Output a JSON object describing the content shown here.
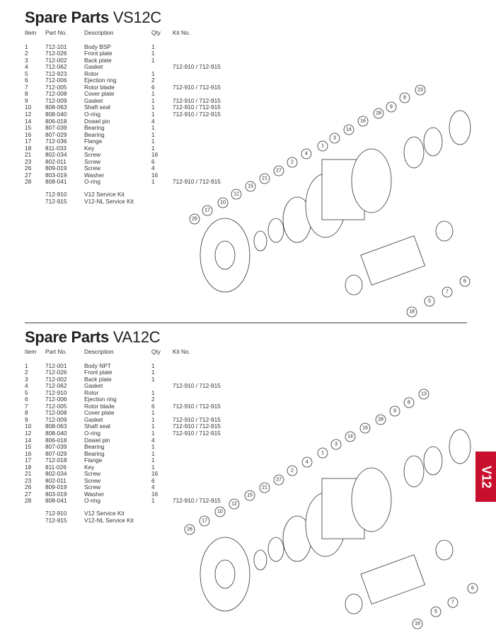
{
  "sections": [
    {
      "title_bold": "Spare Parts",
      "title_model": "VS12C",
      "headers": {
        "item": "Item",
        "part": "Part No.",
        "desc": "Description",
        "qty": "Qty",
        "kit": "Kit No."
      },
      "rows": [
        [
          "1",
          "712-101",
          "Body BSP",
          "1",
          ""
        ],
        [
          "2",
          "712-026",
          "Front plate",
          "1",
          ""
        ],
        [
          "3",
          "712-002",
          "Back plate",
          "1",
          ""
        ],
        [
          "4",
          "712-062",
          "Gasket",
          "",
          "712-910 / 712-915"
        ],
        [
          "5",
          "712-923",
          "Rotor",
          "1",
          ""
        ],
        [
          "6",
          "712-006",
          "Ejection ring",
          "2",
          ""
        ],
        [
          "7",
          "712-005",
          "Rotor blade",
          "6",
          "712-910 / 712-915"
        ],
        [
          "8",
          "712-008",
          "Cover plate",
          "1",
          ""
        ],
        [
          "9",
          "712-009",
          "Gasket",
          "1",
          "712-910 / 712-915"
        ],
        [
          "10",
          "808-063",
          "Shaft seal",
          "1",
          "712-910 / 712-915"
        ],
        [
          "12",
          "808-040",
          "O-ring",
          "1",
          "712-910 / 712-915"
        ],
        [
          "14",
          "806-018",
          "Dowel pin",
          "4",
          ""
        ],
        [
          "15",
          "807-039",
          "Bearing",
          "1",
          ""
        ],
        [
          "16",
          "807-029",
          "Bearing",
          "1",
          ""
        ],
        [
          "17",
          "712-036",
          "Flange",
          "1",
          ""
        ],
        [
          "18",
          "811-033",
          "Key",
          "1",
          ""
        ],
        [
          "21",
          "802-034",
          "Screw",
          "16",
          ""
        ],
        [
          "23",
          "802-011",
          "Screw",
          "6",
          ""
        ],
        [
          "26",
          "809-019",
          "Screw",
          "4",
          ""
        ],
        [
          "27",
          "803-019",
          "Washer",
          "16",
          ""
        ],
        [
          "28",
          "808-041",
          "O-ring",
          "1",
          "712-910 / 712-915"
        ]
      ],
      "kits": [
        [
          "712-910",
          "V12 Service Kit"
        ],
        [
          "712-915",
          "V12-NL Service Kit"
        ]
      ],
      "callouts": [
        "23",
        "8",
        "9",
        "28",
        "16",
        "14",
        "3",
        "1",
        "4",
        "2",
        "27",
        "21",
        "15",
        "12",
        "10",
        "17",
        "26",
        "6",
        "7",
        "5",
        "18"
      ]
    },
    {
      "title_bold": "Spare Parts",
      "title_model": "VA12C",
      "headers": {
        "item": "Item",
        "part": "Part No.",
        "desc": "Description",
        "qty": "Qty",
        "kit": "Kit No."
      },
      "rows": [
        [
          "1",
          "712-001",
          "Body NPT",
          "1",
          ""
        ],
        [
          "2",
          "712-026",
          "Front plate",
          "1",
          ""
        ],
        [
          "3",
          "712-002",
          "Back plate",
          "1",
          ""
        ],
        [
          "4",
          "712-062",
          "Gasket",
          "",
          "712-910 / 712-915"
        ],
        [
          "5",
          "712-910",
          "Rotor",
          "1",
          ""
        ],
        [
          "6",
          "712-006",
          "Ejection ring",
          "2",
          ""
        ],
        [
          "7",
          "712-005",
          "Rotor blade",
          "6",
          "712-910 / 712-915"
        ],
        [
          "8",
          "712-008",
          "Cover plate",
          "1",
          ""
        ],
        [
          "9",
          "712-009",
          "Gasket",
          "1",
          "712-910 / 712-915"
        ],
        [
          "10",
          "808-063",
          "Shaft seal",
          "1",
          "712-910 / 712-915"
        ],
        [
          "12",
          "808-040",
          "O-ring",
          "1",
          "712-910 / 712-915"
        ],
        [
          "14",
          "806-018",
          "Dowel pin",
          "4",
          ""
        ],
        [
          "15",
          "807-039",
          "Bearing",
          "1",
          ""
        ],
        [
          "16",
          "807-029",
          "Bearing",
          "1",
          ""
        ],
        [
          "17",
          "712-018",
          "Flange",
          "1",
          ""
        ],
        [
          "18",
          "811-026",
          "Key",
          "1",
          ""
        ],
        [
          "21",
          "802-034",
          "Screw",
          "16",
          ""
        ],
        [
          "23",
          "802-011",
          "Screw",
          "6",
          ""
        ],
        [
          "26",
          "809-019",
          "Screw",
          "4",
          ""
        ],
        [
          "27",
          "803-019",
          "Washer",
          "16",
          ""
        ],
        [
          "28",
          "808-041",
          "O-ring",
          "1",
          "712-910 / 712-915"
        ]
      ],
      "kits": [
        [
          "712-910",
          "V12 Service Kit"
        ],
        [
          "712-915",
          "V12-NL Service Kit"
        ]
      ],
      "callouts": [
        "13",
        "8",
        "9",
        "28",
        "16",
        "14",
        "3",
        "1",
        "4",
        "2",
        "27",
        "21",
        "15",
        "12",
        "10",
        "17",
        "26",
        "6",
        "7",
        "5",
        "18"
      ]
    }
  ],
  "side_tab": "V12",
  "colors": {
    "accent": "#c8102e",
    "text": "#222222"
  }
}
